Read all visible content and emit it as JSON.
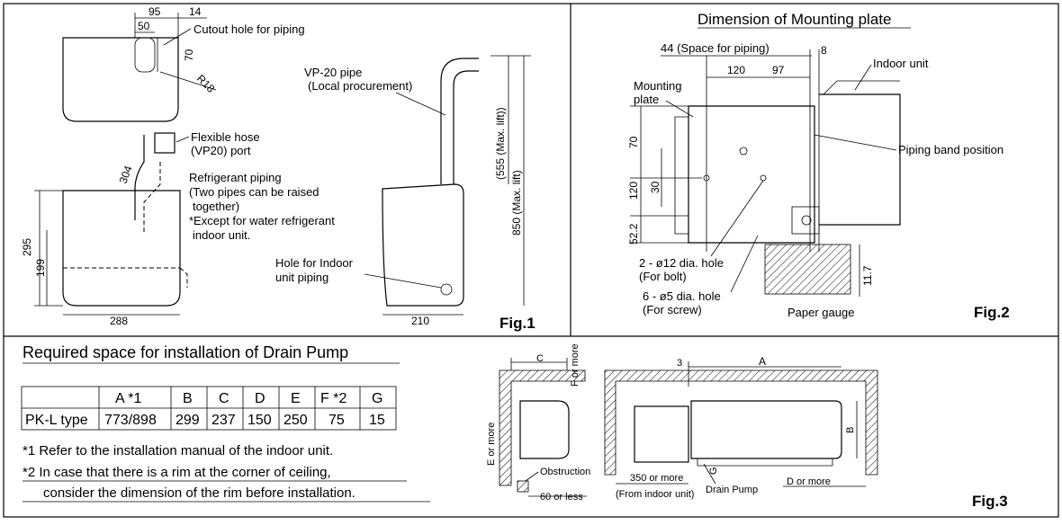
{
  "fig1": {
    "label": "Fig.1",
    "dim_95": "95",
    "dim_14": "14",
    "dim_50": "50",
    "dim_70": "70",
    "dim_r18": "R18",
    "cutout_label": "Cutout hole for piping",
    "flex_hose_l1": "Flexible hose",
    "flex_hose_l2": "(VP20) port",
    "dim_304": "304",
    "refrig_l1": "Refrigerant piping",
    "refrig_l2": "(Two pipes can be raised",
    "refrig_l3": "together)",
    "refrig_l4": "*Except for water refrigerant",
    "refrig_l5": "indoor unit.",
    "dim_295": "295",
    "dim_199": "199",
    "dim_288": "288",
    "vp_l1": "VP-20 pipe",
    "vp_l2": "(Local procurement)",
    "dim_555": "(555 (Max. lift))",
    "dim_850": "850 (Max. lift)",
    "hole_l1": "Hole for Indoor",
    "hole_l2": "unit piping",
    "dim_210": "210"
  },
  "fig2": {
    "label": "Fig.2",
    "title": "Dimension of Mounting plate",
    "space_piping": "44 (Space for piping)",
    "dim_8": "8",
    "dim_120": "120",
    "dim_97": "97",
    "mount_l1": "Mounting",
    "mount_l2": "plate",
    "indoor_unit": "Indoor unit",
    "piping_band": "Piping band position",
    "dim_70": "70",
    "dim_120v": "120",
    "dim_30": "30",
    "dim_52": "52.2",
    "bolt_l1": "2 - ø12 dia. hole",
    "bolt_l2": "(For bolt)",
    "screw_l1": "6 - ø5 dia. hole",
    "screw_l2": "(For screw)",
    "paper_gauge": "Paper gauge",
    "dim_11": "11.7"
  },
  "drain": {
    "heading": "Required space for installation of Drain Pump",
    "table": {
      "headers": [
        "",
        "A *1",
        "B",
        "C",
        "D",
        "E",
        "F *2",
        "G"
      ],
      "row": [
        "PK-L type",
        "773/898",
        "299",
        "237",
        "150",
        "250",
        "75",
        "15"
      ]
    },
    "note1": "*1 Refer to the installation manual of the indoor unit.",
    "note2a": "*2 In case that there is a rim at the corner of ceiling,",
    "note2b": "consider the dimension of the rim before installation."
  },
  "fig3": {
    "label": "Fig.3",
    "c": "C",
    "f": "F or more",
    "e": "E or more",
    "obstruction": "Obstruction",
    "sixty": "60 or less",
    "three": "3",
    "a": "A",
    "b": "B",
    "g": "G",
    "three50": "350 or more",
    "from_indoor": "(From indoor unit)",
    "drain_pump": "Drain Pump",
    "d": "D or more"
  }
}
